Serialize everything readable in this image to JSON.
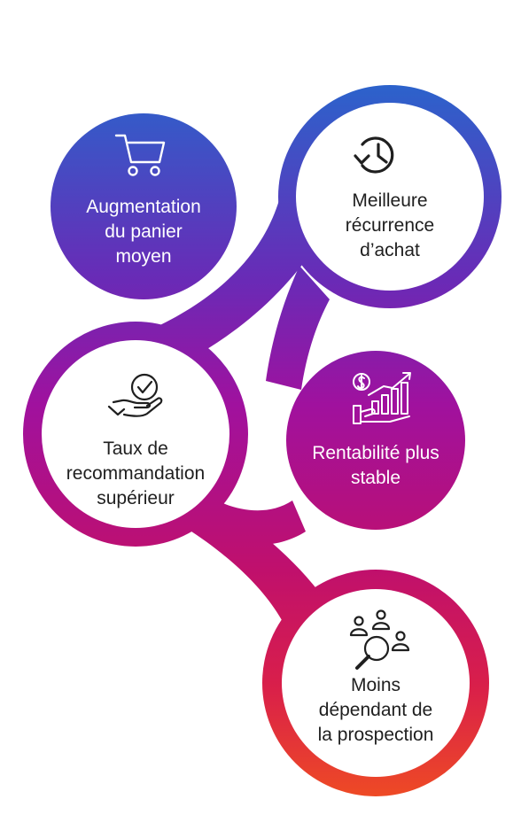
{
  "colors": {
    "gradient_top": "#2a64cc",
    "gradient_mid": "#a0119e",
    "gradient_low": "#c21268",
    "gradient_bottom": "#ef4c23",
    "dark_text": "#1f1f1f",
    "light_text": "#ffffff"
  },
  "items": [
    {
      "id": "augmentation",
      "icon": "shopping-cart-icon",
      "lines": [
        "Augmentation",
        "du panier",
        "moyen"
      ]
    },
    {
      "id": "recurrence",
      "icon": "history-clock-icon",
      "lines": [
        "Meilleure",
        "récurrence",
        "d’achat"
      ]
    },
    {
      "id": "recommandation",
      "icon": "hand-check-icon",
      "lines": [
        "Taux de",
        "recommandation",
        "supérieur"
      ]
    },
    {
      "id": "rentabilite",
      "icon": "growth-chart-icon",
      "lines": [
        "Rentabilité plus",
        "stable"
      ]
    },
    {
      "id": "prospection",
      "icon": "people-search-icon",
      "lines": [
        "Moins",
        "dépendant de",
        "la prospection"
      ]
    }
  ]
}
